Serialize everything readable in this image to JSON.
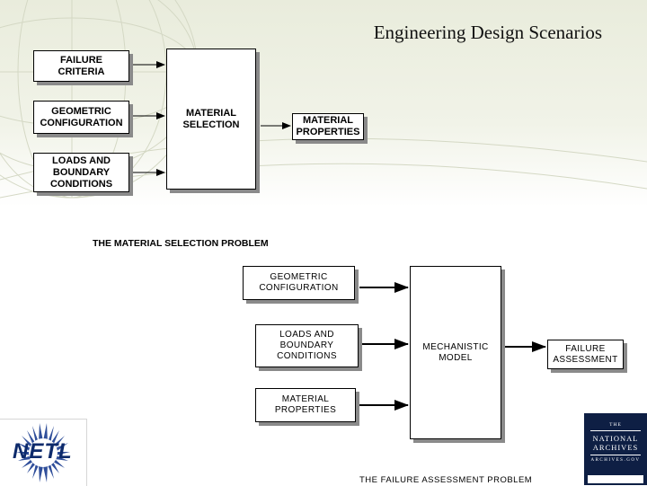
{
  "slide": {
    "title": "Engineering Design Scenarios"
  },
  "diagram1": {
    "inputs": [
      {
        "label": "FAILURE\nCRITERIA"
      },
      {
        "label": "GEOMETRIC\nCONFIGURATION"
      },
      {
        "label": "LOADS AND\nBOUNDARY\nCONDITIONS"
      }
    ],
    "process": "MATERIAL\nSELECTION",
    "output": "MATERIAL\nPROPERTIES",
    "caption": "THE MATERIAL SELECTION PROBLEM"
  },
  "diagram2": {
    "inputs": [
      {
        "label": "GEOMETRIC\nCONFIGURATION"
      },
      {
        "label": "LOADS AND\nBOUNDARY\nCONDITIONS"
      },
      {
        "label": "MATERIAL\nPROPERTIES"
      }
    ],
    "process": "MECHANISTIC\nMODEL",
    "output": "FAILURE\nASSESSMENT",
    "caption": "THE FAILURE ASSESSMENT PROBLEM"
  },
  "logos": {
    "left": {
      "text": "NETL",
      "icon": "netl-starburst-logo-icon"
    },
    "right": {
      "line1": "THE",
      "line2": "NATIONAL",
      "line3": "ARCHIVES",
      "line4": "ARCHIVES.GOV",
      "icon": "national-archives-logo-icon"
    }
  },
  "colors": {
    "background_tint": "#e9ecdc",
    "box_shadow": "#8a8a8a",
    "netl_blue": "#0d2a6b",
    "archives_navy": "#0e1f44"
  }
}
